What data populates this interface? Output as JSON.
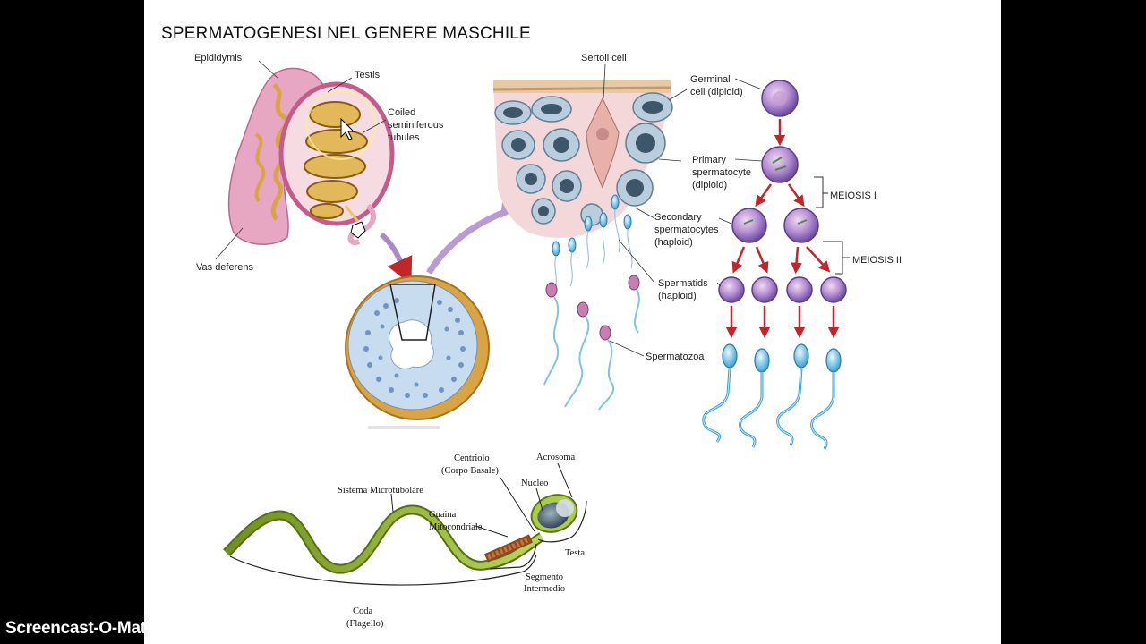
{
  "slide": {
    "title": "SPERMATOGENESI NEL GENERE MASCHILE"
  },
  "testis_labels": {
    "epididymis": "Epididymis",
    "testis": "Testis",
    "coiled_1": "Coiled",
    "coiled_2": "seminiferous",
    "coiled_3": "tubules",
    "vas_deferens": "Vas deferens"
  },
  "tubule_labels": {
    "sertoli": "Sertoli cell",
    "germinal_1": "Germinal",
    "germinal_2": "cell (diploid)",
    "primary_1": "Primary",
    "primary_2": "spermatocyte",
    "primary_3": "(diploid)",
    "secondary_1": "Secondary",
    "secondary_2": "spermatocytes",
    "secondary_3": "(haploid)",
    "spermatids_1": "Spermatids",
    "spermatids_2": "(haploid)",
    "spermatozoa": "Spermatozoa",
    "meiosis1": "MEIOSIS I",
    "meiosis2": "MEIOSIS II"
  },
  "sperm_labels": {
    "centriolo_1": "Centriolo",
    "centriolo_2": "(Corpo Basale)",
    "acrosoma": "Acrosoma",
    "nucleo": "Nucleo",
    "sistema": "Sistema Microtubolare",
    "guaina_1": "Guaina",
    "guaina_2": "Mitocondriale",
    "testa": "Testa",
    "segmento_1": "Segmento",
    "segmento_2": "Intermedio",
    "coda_1": "Coda",
    "coda_2": "(Flagello)"
  },
  "watermark": "Screencast-O-Matic.com",
  "colors": {
    "page_bg": "#000000",
    "slide_bg": "#ffffff",
    "arrow_red": "#c0262a",
    "cell_purple": "#8a63b8",
    "flagellum_green": "#9bbf3a",
    "tissue_pink": "#e8a9bd",
    "tubule_gold": "#d9a441"
  }
}
